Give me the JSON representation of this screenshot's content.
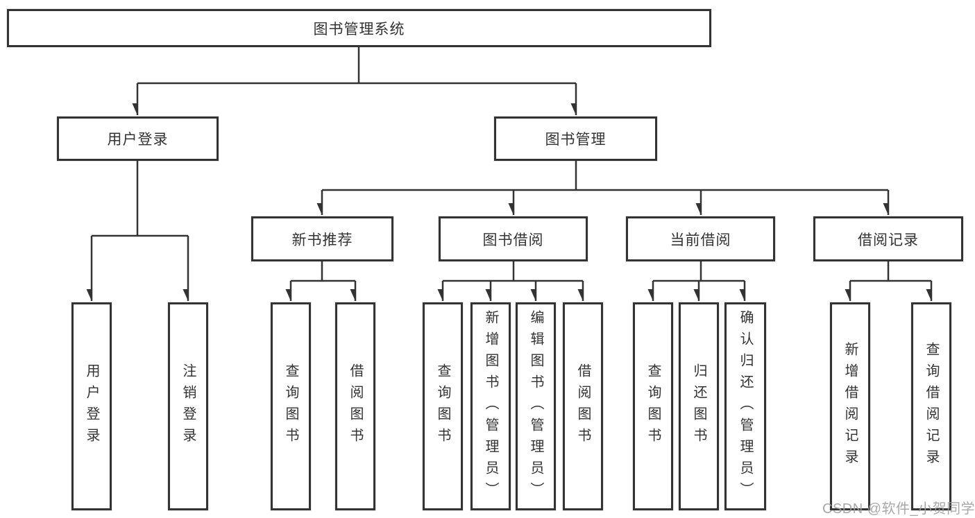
{
  "diagram": {
    "type": "hierarchy-tree",
    "colors": {
      "line": "#333333",
      "box_border": "#333333",
      "box_bg": "#ffffff",
      "text": "#333333",
      "watermark": "#9e9e9e"
    },
    "tree": {
      "root": {
        "label": "图书管理系统",
        "children": [
          {
            "label": "用户登录",
            "children": [
              {
                "label": "用户登录"
              },
              {
                "label": "注销登录"
              }
            ]
          },
          {
            "label": "图书管理",
            "children": [
              {
                "label": "新书推荐",
                "children": [
                  {
                    "label": "查询图书"
                  },
                  {
                    "label": "借阅图书"
                  }
                ]
              },
              {
                "label": "图书借阅",
                "children": [
                  {
                    "label": "查询图书"
                  },
                  {
                    "label": "新增图书（管理员）"
                  },
                  {
                    "label": "编辑图书（管理员）"
                  },
                  {
                    "label": "借阅图书"
                  }
                ]
              },
              {
                "label": "当前借阅",
                "children": [
                  {
                    "label": "查询图书"
                  },
                  {
                    "label": "归还图书"
                  },
                  {
                    "label": "确认归还（管理员）"
                  }
                ]
              },
              {
                "label": "借阅记录",
                "children": [
                  {
                    "label": "新增借阅记录"
                  },
                  {
                    "label": "查询借阅记录"
                  }
                ]
              }
            ]
          }
        ]
      }
    },
    "watermark": {
      "text": "CSDN @软件_小贺同学"
    }
  }
}
